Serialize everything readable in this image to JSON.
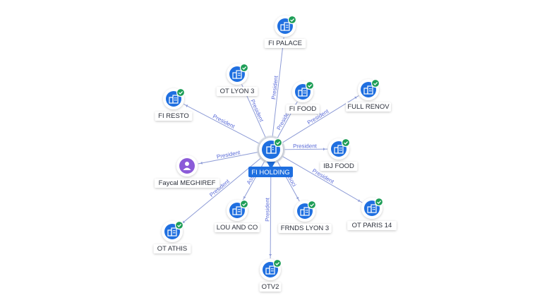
{
  "colors": {
    "edge": "#8d9bd6",
    "edge_label": "#5a6bd8",
    "company": "#1f6fe0",
    "person": "#8b5bd8",
    "check": "#1e9e57",
    "center_label_bg": "#1f6fe0",
    "label_bg": "#ffffff"
  },
  "icons": {
    "company": "building-icon",
    "person": "person-icon",
    "verified": "check-badge-icon"
  },
  "center": {
    "label": "FI HOLDING",
    "kind": "company",
    "verified": true
  },
  "nodes": [
    {
      "id": "fi-palace",
      "label": "FI PALACE",
      "kind": "company",
      "verified": true,
      "edge_label": "President"
    },
    {
      "id": "ot-lyon-3",
      "label": "OT LYON 3",
      "kind": "company",
      "verified": true,
      "edge_label": "President"
    },
    {
      "id": "fi-food",
      "label": "FI FOOD",
      "kind": "company",
      "verified": true,
      "edge_label": "President"
    },
    {
      "id": "full-renov",
      "label": "FULL RENOV",
      "kind": "company",
      "verified": true,
      "edge_label": "President"
    },
    {
      "id": "fi-resto",
      "label": "FI RESTO",
      "kind": "company",
      "verified": true,
      "edge_label": "President"
    },
    {
      "id": "ibj-food",
      "label": "IBJ FOOD",
      "kind": "company",
      "verified": true,
      "edge_label": "President"
    },
    {
      "id": "faycal-meghiref",
      "label": "Faycal MEGHIREF",
      "kind": "person",
      "verified": false,
      "edge_label": "President"
    },
    {
      "id": "ot-paris-14",
      "label": "OT PARIS 14",
      "kind": "company",
      "verified": true,
      "edge_label": "President"
    },
    {
      "id": "ot-athis",
      "label": "OT ATHIS",
      "kind": "company",
      "verified": true,
      "edge_label": "President"
    },
    {
      "id": "lou-and-co",
      "label": "LOU AND CO",
      "kind": "company",
      "verified": true,
      "edge_label": "Asso"
    },
    {
      "id": "frnds-lyon-3",
      "label": "FRNDS LYON 3",
      "kind": "company",
      "verified": true,
      "edge_label": "Associ"
    },
    {
      "id": "otv2",
      "label": "OTV2",
      "kind": "company",
      "verified": true,
      "edge_label": "President"
    }
  ]
}
